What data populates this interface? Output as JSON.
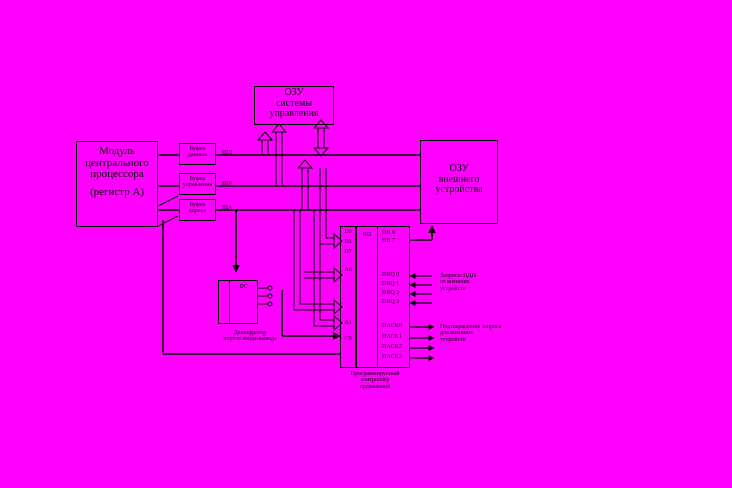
{
  "colors": {
    "background": "#ff00ff",
    "line": "#000000"
  },
  "cpu": {
    "line1": "Модуль",
    "line2": "центрального",
    "line3": "процессора",
    "line4": "(регистр А)"
  },
  "buffers": {
    "data": {
      "line1": "Буфер",
      "line2": "данных"
    },
    "control": {
      "line1": "Буфер",
      "line2": "управления"
    },
    "address": {
      "line1": "Буфер",
      "line2": "адреса"
    }
  },
  "buses": {
    "data": "ШД",
    "control": "ШУ",
    "address": "ША"
  },
  "ram_sys": {
    "line1": "ОЗУ",
    "line2": "системы",
    "line3": "управления"
  },
  "ram_ext": {
    "line1": "ОЗУ",
    "line2": "внешнего",
    "line3": "устройства"
  },
  "pic": {
    "line1": "Программируемый",
    "line2": "контроллер",
    "line3": "прерываний"
  },
  "dc": {
    "label": "DC",
    "caption_line1": "Дешифратор",
    "caption_line2": "портов ввода-вывода"
  },
  "ctrl_left_pins": [
    "D0",
    "D1",
    "D7",
    "A0",
    "A1",
    "CS"
  ],
  "ctrl_mid": "RD",
  "ctrl_right_pins": {
    "db": "DB 0",
    "db_line2": "DB 7",
    "drq": [
      "DRQ 0",
      "DRQ 1",
      "DRQ 2",
      "DRQ 3"
    ],
    "dack": [
      "DACK0",
      "DACK1",
      "DACK2",
      "DACK3"
    ]
  },
  "side_notes": {
    "requests_line1": "Запросы ПДП",
    "requests_line2": "от внешних",
    "requests_line3": "устройств",
    "acks_line1": "Подтверждение запроса",
    "acks_line2": "для внешних",
    "acks_line3": "устройств"
  }
}
